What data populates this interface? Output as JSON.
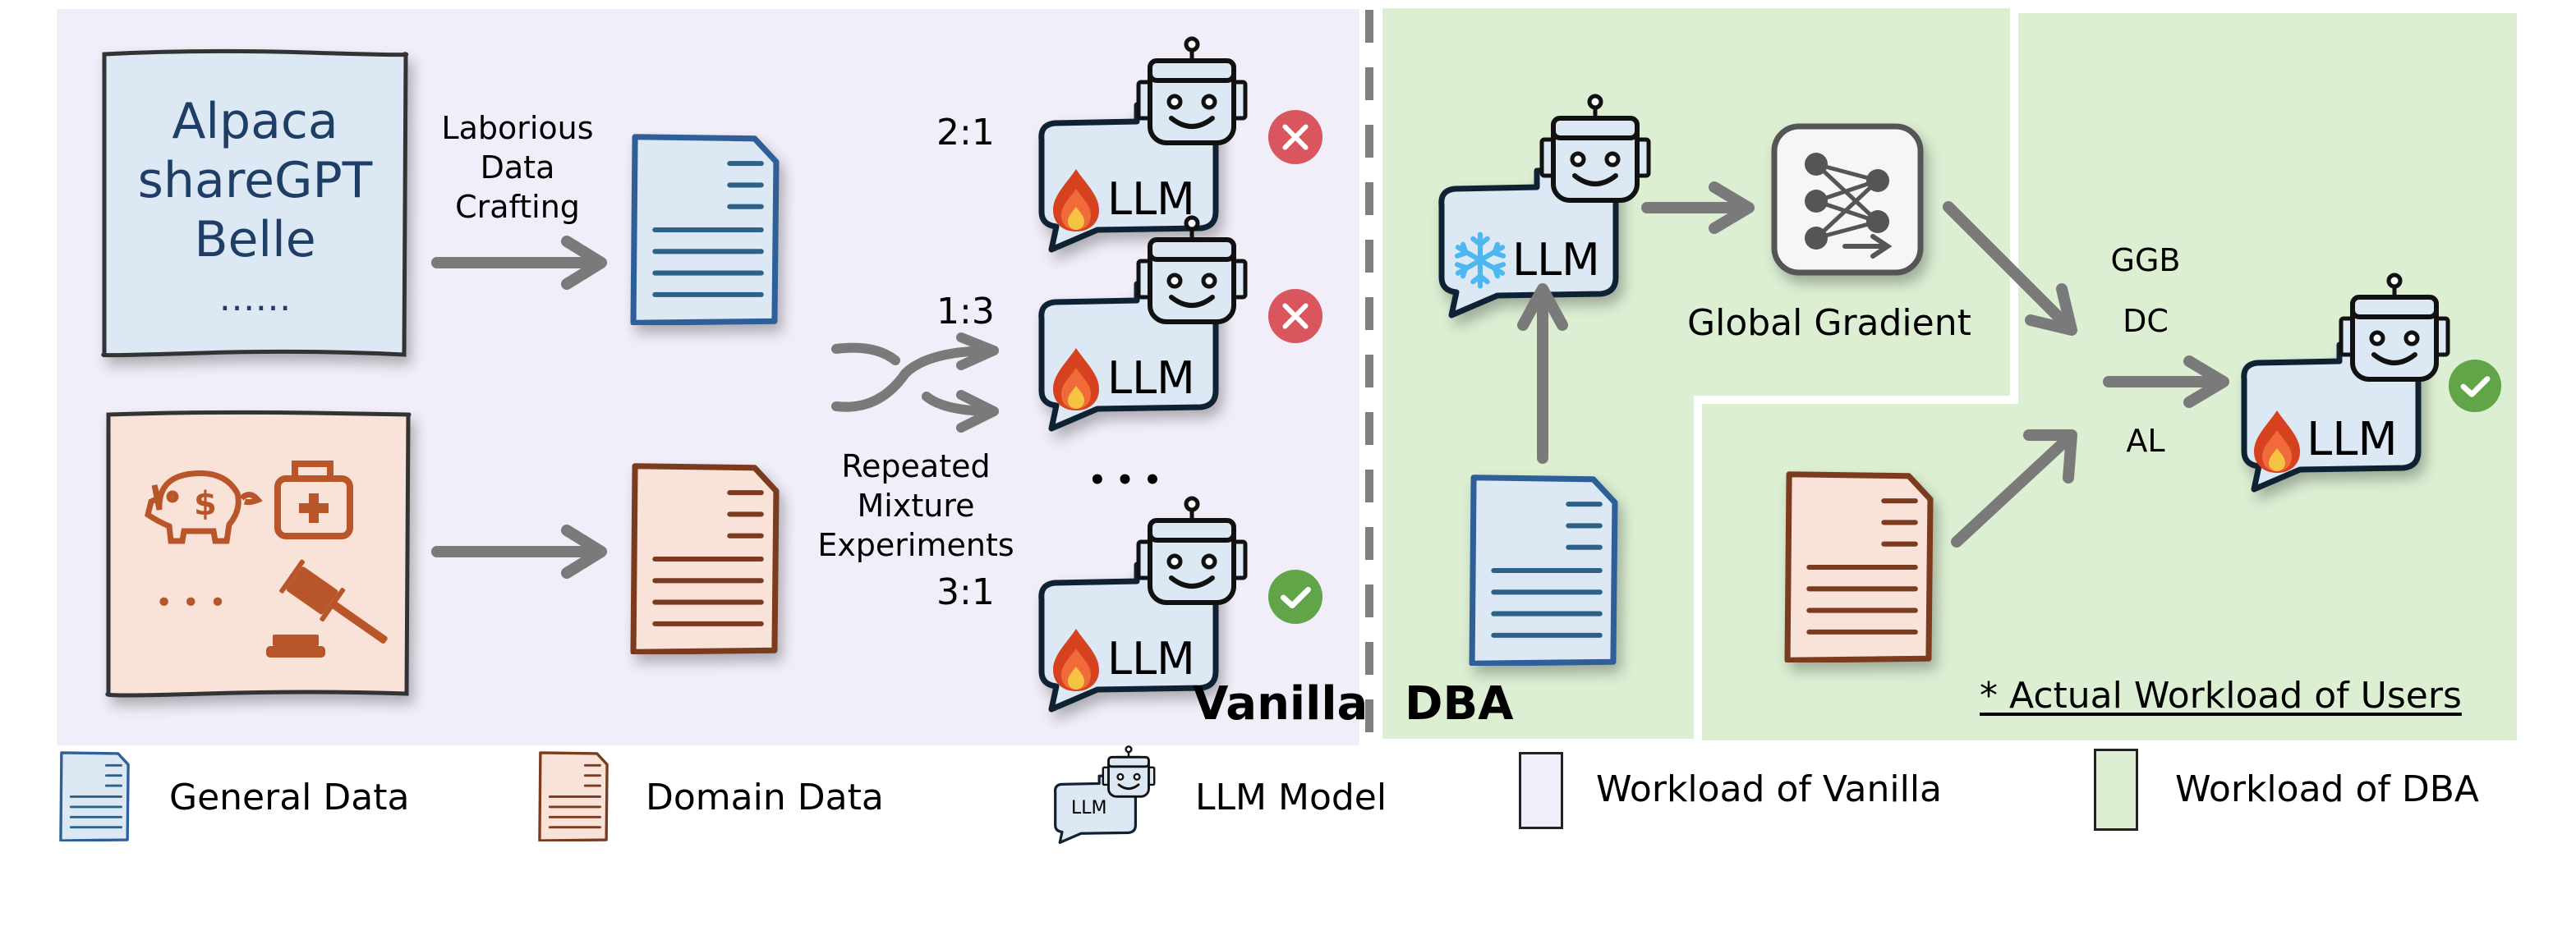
{
  "vanilla": {
    "label": "Vanilla",
    "general_sources": [
      "Alpaca",
      "shareGPT",
      "Belle",
      "……"
    ],
    "domain_icons": [
      "piggy-bank-icon",
      "medical-kit-icon",
      "gavel-icon"
    ],
    "domain_ellipsis": "• • •",
    "crafting_label": [
      "Laborious",
      "Data",
      "Crafting"
    ],
    "mixture_label": [
      "Repeated",
      "Mixture",
      "Experiments"
    ],
    "experiments": [
      {
        "ratio": "2:1",
        "model_label": "LLM",
        "status": "fail"
      },
      {
        "ratio": "1:3",
        "model_label": "LLM",
        "status": "fail"
      },
      {
        "ratio": "3:1",
        "model_label": "LLM",
        "status": "success"
      }
    ],
    "ellipsis": "• • •"
  },
  "dba": {
    "label": "DBA",
    "frozen_model_label": "LLM",
    "gradient_label": "Global Gradient",
    "methods": [
      "GGB",
      "DC",
      "AL"
    ],
    "final_model_label": "LLM",
    "final_status": "success",
    "user_workload_note": "* Actual Workload of Users"
  },
  "legend": {
    "items": [
      {
        "label": "General Data",
        "icon": "general-data-doc-icon"
      },
      {
        "label": "Domain Data",
        "icon": "domain-data-doc-icon"
      },
      {
        "label": "LLM Model",
        "icon": "llm-model-icon",
        "icon_text": "LLM"
      },
      {
        "label": "Workload of Vanilla",
        "icon": "vanilla-swatch"
      },
      {
        "label": "Workload of DBA",
        "icon": "dba-swatch"
      }
    ]
  },
  "colors": {
    "vanilla_bg": "#f2eef9",
    "dba_bg": "#dcefd3",
    "general_fill": "#dde8f5",
    "general_stroke": "#2f5f98",
    "domain_fill": "#f9e2d8",
    "domain_stroke": "#7a3b1e",
    "domain_icon": "#b8562a",
    "arrow": "#7a7a7a",
    "fail": "#d9565e",
    "success": "#62a549",
    "flame_outer": "#d6421f",
    "flame_mid": "#f06a3a",
    "flame_inner": "#f6c342",
    "snowflake": "#4db8ef"
  }
}
